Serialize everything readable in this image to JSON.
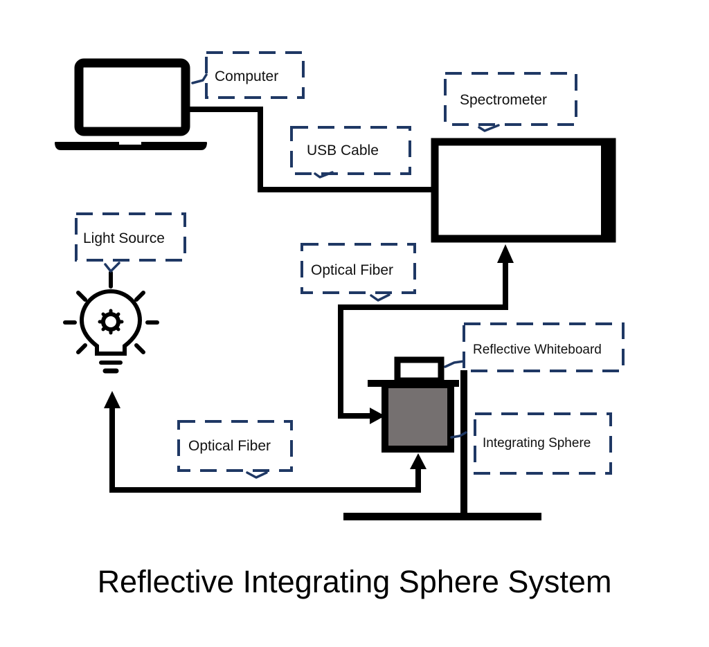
{
  "title": "Reflective Integrating Sphere System",
  "colors": {
    "callout_border": "#1f3864",
    "line": "#000000",
    "sphere_fill": "#757070",
    "background": "#ffffff"
  },
  "components": {
    "computer": {
      "label": "Computer",
      "icon": "laptop-icon"
    },
    "usb_cable": {
      "label": "USB Cable"
    },
    "spectrometer": {
      "label": "Spectrometer"
    },
    "light_source": {
      "label": "Light Source",
      "icon": "lightbulb-icon"
    },
    "optical_fiber_upper": {
      "label": "Optical Fiber"
    },
    "optical_fiber_lower": {
      "label": "Optical Fiber"
    },
    "reflective_whiteboard": {
      "label": "Reflective Whiteboard"
    },
    "integrating_sphere": {
      "label": "Integrating Sphere"
    }
  },
  "connections": [
    {
      "from": "computer",
      "to": "spectrometer",
      "via": "usb_cable"
    },
    {
      "from": "integrating_sphere",
      "to": "spectrometer",
      "via": "optical_fiber_upper",
      "arrow": "to"
    },
    {
      "from": "optical_fiber_upper",
      "to": "integrating_sphere",
      "arrow": "to"
    },
    {
      "from": "integrating_sphere",
      "to": "light_source",
      "via": "optical_fiber_lower",
      "arrow": "both"
    }
  ]
}
